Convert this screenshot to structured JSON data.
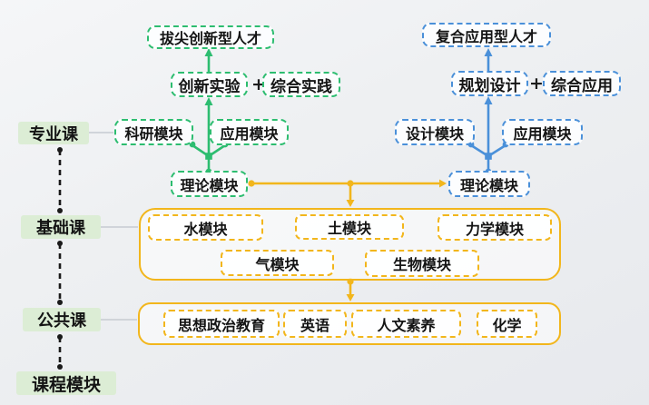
{
  "diagram": {
    "title_implicit": "课程模块体系图",
    "sidebar": {
      "items": [
        {
          "label": "专业课"
        },
        {
          "label": "基础课"
        },
        {
          "label": "公共课"
        },
        {
          "label": "课程模块"
        }
      ]
    },
    "green_track": {
      "talent": "拔尖创新型人才",
      "innovation_experiment": "创新实验",
      "plus": "+",
      "comprehensive_practice": "综合实践",
      "research_module": "科研模块",
      "application_module": "应用模块",
      "theory_module": "理论模块"
    },
    "blue_track": {
      "talent": "复合应用型人才",
      "planning_design": "规划设计",
      "plus": "+",
      "comprehensive_application": "综合应用",
      "design_module": "设计模块",
      "application_module": "应用模块",
      "theory_module": "理论模块"
    },
    "basic_courses": {
      "modules": [
        {
          "label": "水模块"
        },
        {
          "label": "土模块"
        },
        {
          "label": "力学模块"
        },
        {
          "label": "气模块"
        },
        {
          "label": "生物模块"
        }
      ]
    },
    "public_courses": {
      "modules": [
        {
          "label": "思想政治教育"
        },
        {
          "label": "英语"
        },
        {
          "label": "人文素养"
        },
        {
          "label": "化学"
        }
      ]
    },
    "colors": {
      "green": "#2dbd70",
      "blue": "#4a90d9",
      "yellow": "#f2b61c",
      "label_background": "#dcedd5",
      "timeline": "#1a1a1a",
      "text": "#141414"
    }
  }
}
